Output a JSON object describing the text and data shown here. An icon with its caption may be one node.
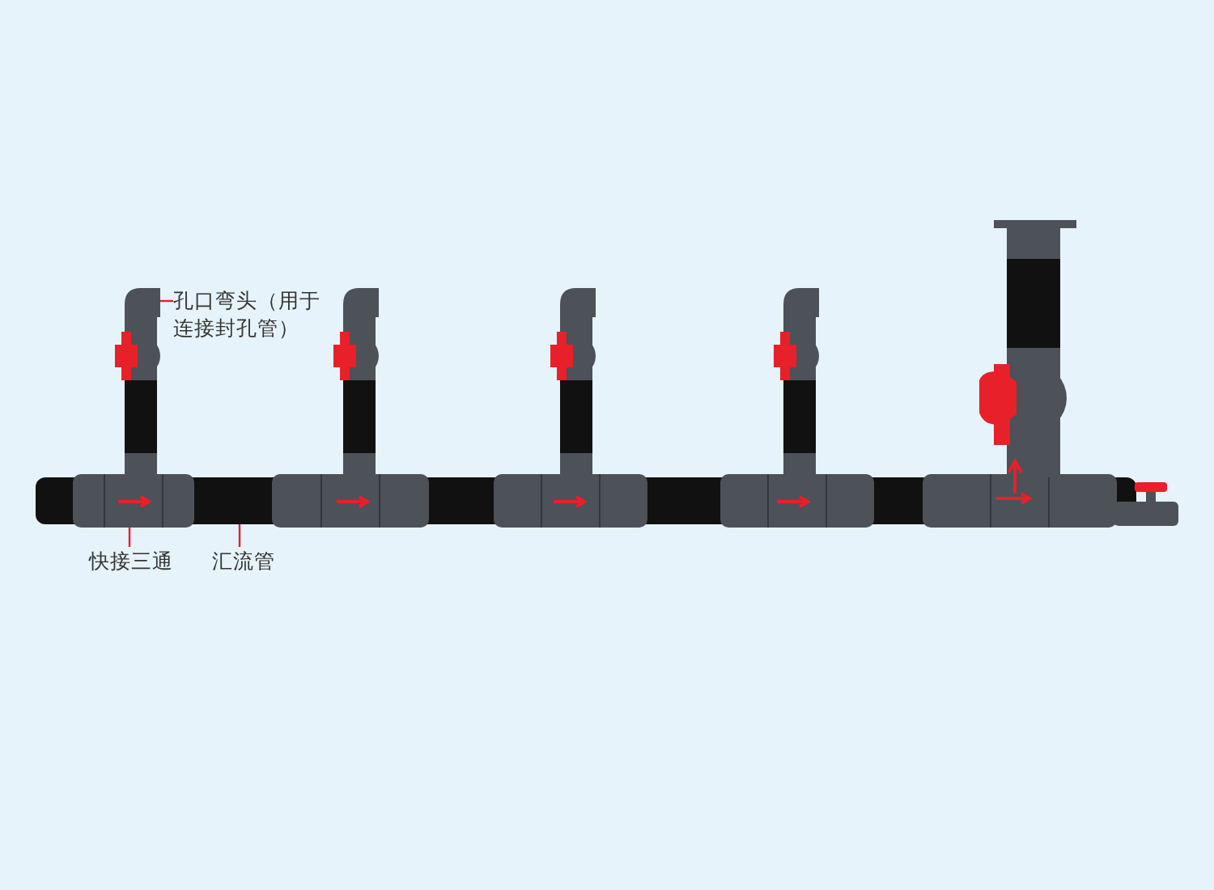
{
  "diagram": {
    "nodes": [
      {
        "text": [
          "孔口弯头（用于连接封孔管）"
        ]
      },
      {
        "text": [
          "快接三通"
        ]
      },
      {
        "text": [
          "汇流管"
        ]
      },
      {
        "text": [],
        "shape": "picture"
      },
      {
        "text": [],
        "shape": "picture"
      },
      {
        "text": [],
        "shape": "picture"
      }
    ],
    "edges": [
      {
        "from": 0,
        "to": 3,
        "arrow": "none"
      },
      {
        "from": 1,
        "to": 4,
        "arrow": "none"
      },
      {
        "from": 2,
        "to": 5,
        "arrow": "none"
      }
    ]
  }
}
